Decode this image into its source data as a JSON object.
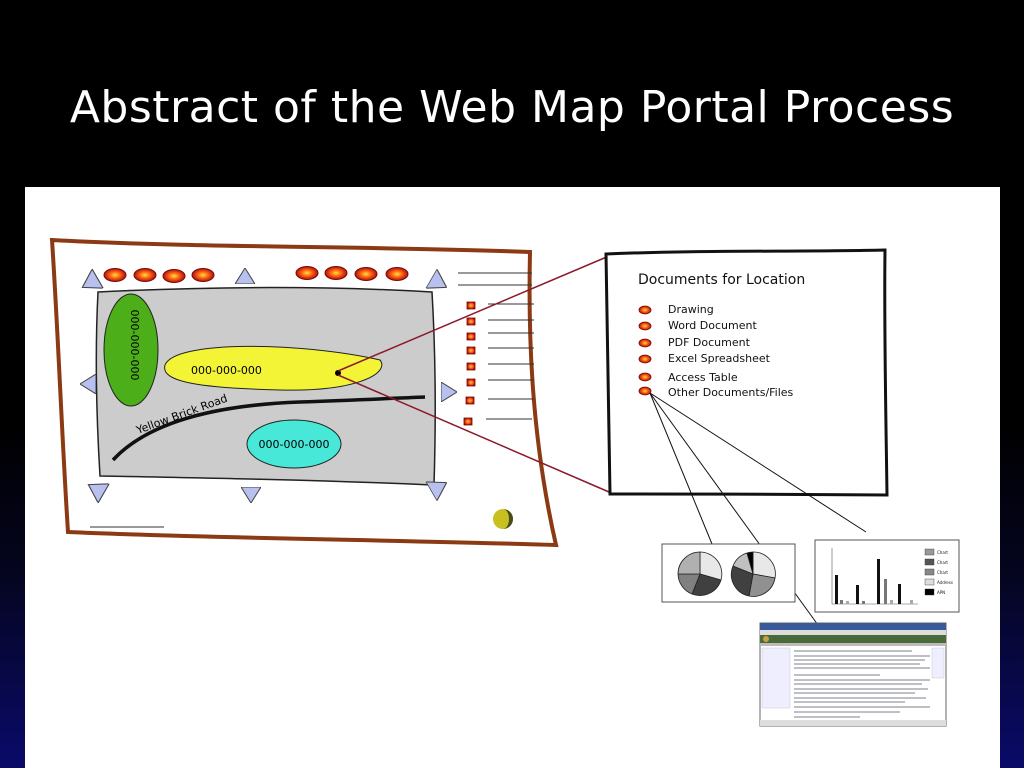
{
  "slide": {
    "title": "Abstract of the Web Map Portal Process"
  },
  "map": {
    "green_feature_label": "000-000-000",
    "yellow_feature_label": "000-000-000",
    "cyan_feature_label": "000-000-000",
    "road_label": "Yellow Brick Road"
  },
  "documents_panel": {
    "title": "Documents for Location",
    "items": [
      "Drawing",
      "Word Document",
      "PDF Document",
      "Excel Spreadsheet",
      "Access Table",
      "Other Documents/Files"
    ]
  },
  "bar_chart_legend": [
    "Chart",
    "Chart",
    "Chart",
    "Address",
    "APN"
  ],
  "colors": {
    "map_border": "#8b3a14",
    "map_interior": "#cccccc",
    "green_feature": "#4caf1a",
    "yellow_feature": "#f4f437",
    "cyan_feature": "#48e8d8",
    "connector_line": "#8b1a2a"
  }
}
